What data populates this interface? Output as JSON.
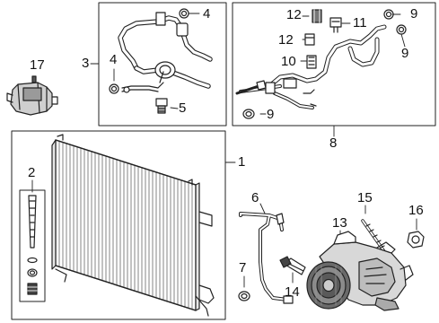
{
  "colors": {
    "line": "#222222",
    "dark": "#3a3a3a",
    "background": "#ffffff"
  },
  "callouts": {
    "c1": "1",
    "c2": "2",
    "c3": "3",
    "c4a": "4",
    "c4b": "4",
    "c5": "5",
    "c6": "6",
    "c7": "7",
    "c8": "8",
    "c9a": "9",
    "c9b": "9",
    "c9c": "9",
    "c10": "10",
    "c11": "11",
    "c12a": "12",
    "c12b": "12",
    "c13": "13",
    "c14": "14",
    "c15": "15",
    "c16": "16",
    "c17": "17"
  }
}
